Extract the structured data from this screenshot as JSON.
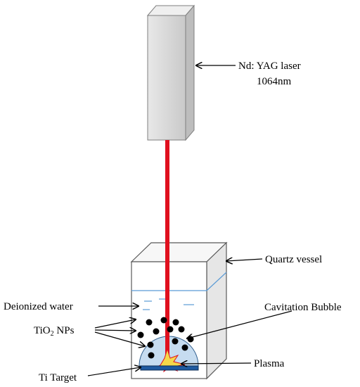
{
  "labels": {
    "laser_line1": "Nd: YAG  laser",
    "laser_line2": "1064nm",
    "vessel": "Quartz vessel",
    "water": "Deionized water",
    "bubble": "Cavitation Bubble",
    "nps_main": "TiO",
    "nps_sub": "2",
    "nps_suffix": " NPs",
    "plasma": "Plasma",
    "target": "Ti Target"
  },
  "colors": {
    "laser_body": "#d9d9d9",
    "laser_beam": "#e0101e",
    "water_line": "#5b9bd5",
    "bubble_fill": "#c6dcf0",
    "plasma": "#f5d84a",
    "target": "#1f5aa0",
    "particles": "#000000"
  }
}
